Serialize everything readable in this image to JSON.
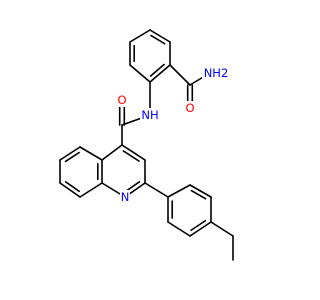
{
  "colors": {
    "bond": "#000000",
    "oxygen": "#ff0000",
    "nitrogen": "#0000ff",
    "background": "#ffffff"
  },
  "atoms": {
    "o_amide": "O",
    "nh_amide": "NH",
    "o_carbamoyl": "O",
    "nh2_carbamoyl": "NH2",
    "n_quinoline": "N"
  }
}
